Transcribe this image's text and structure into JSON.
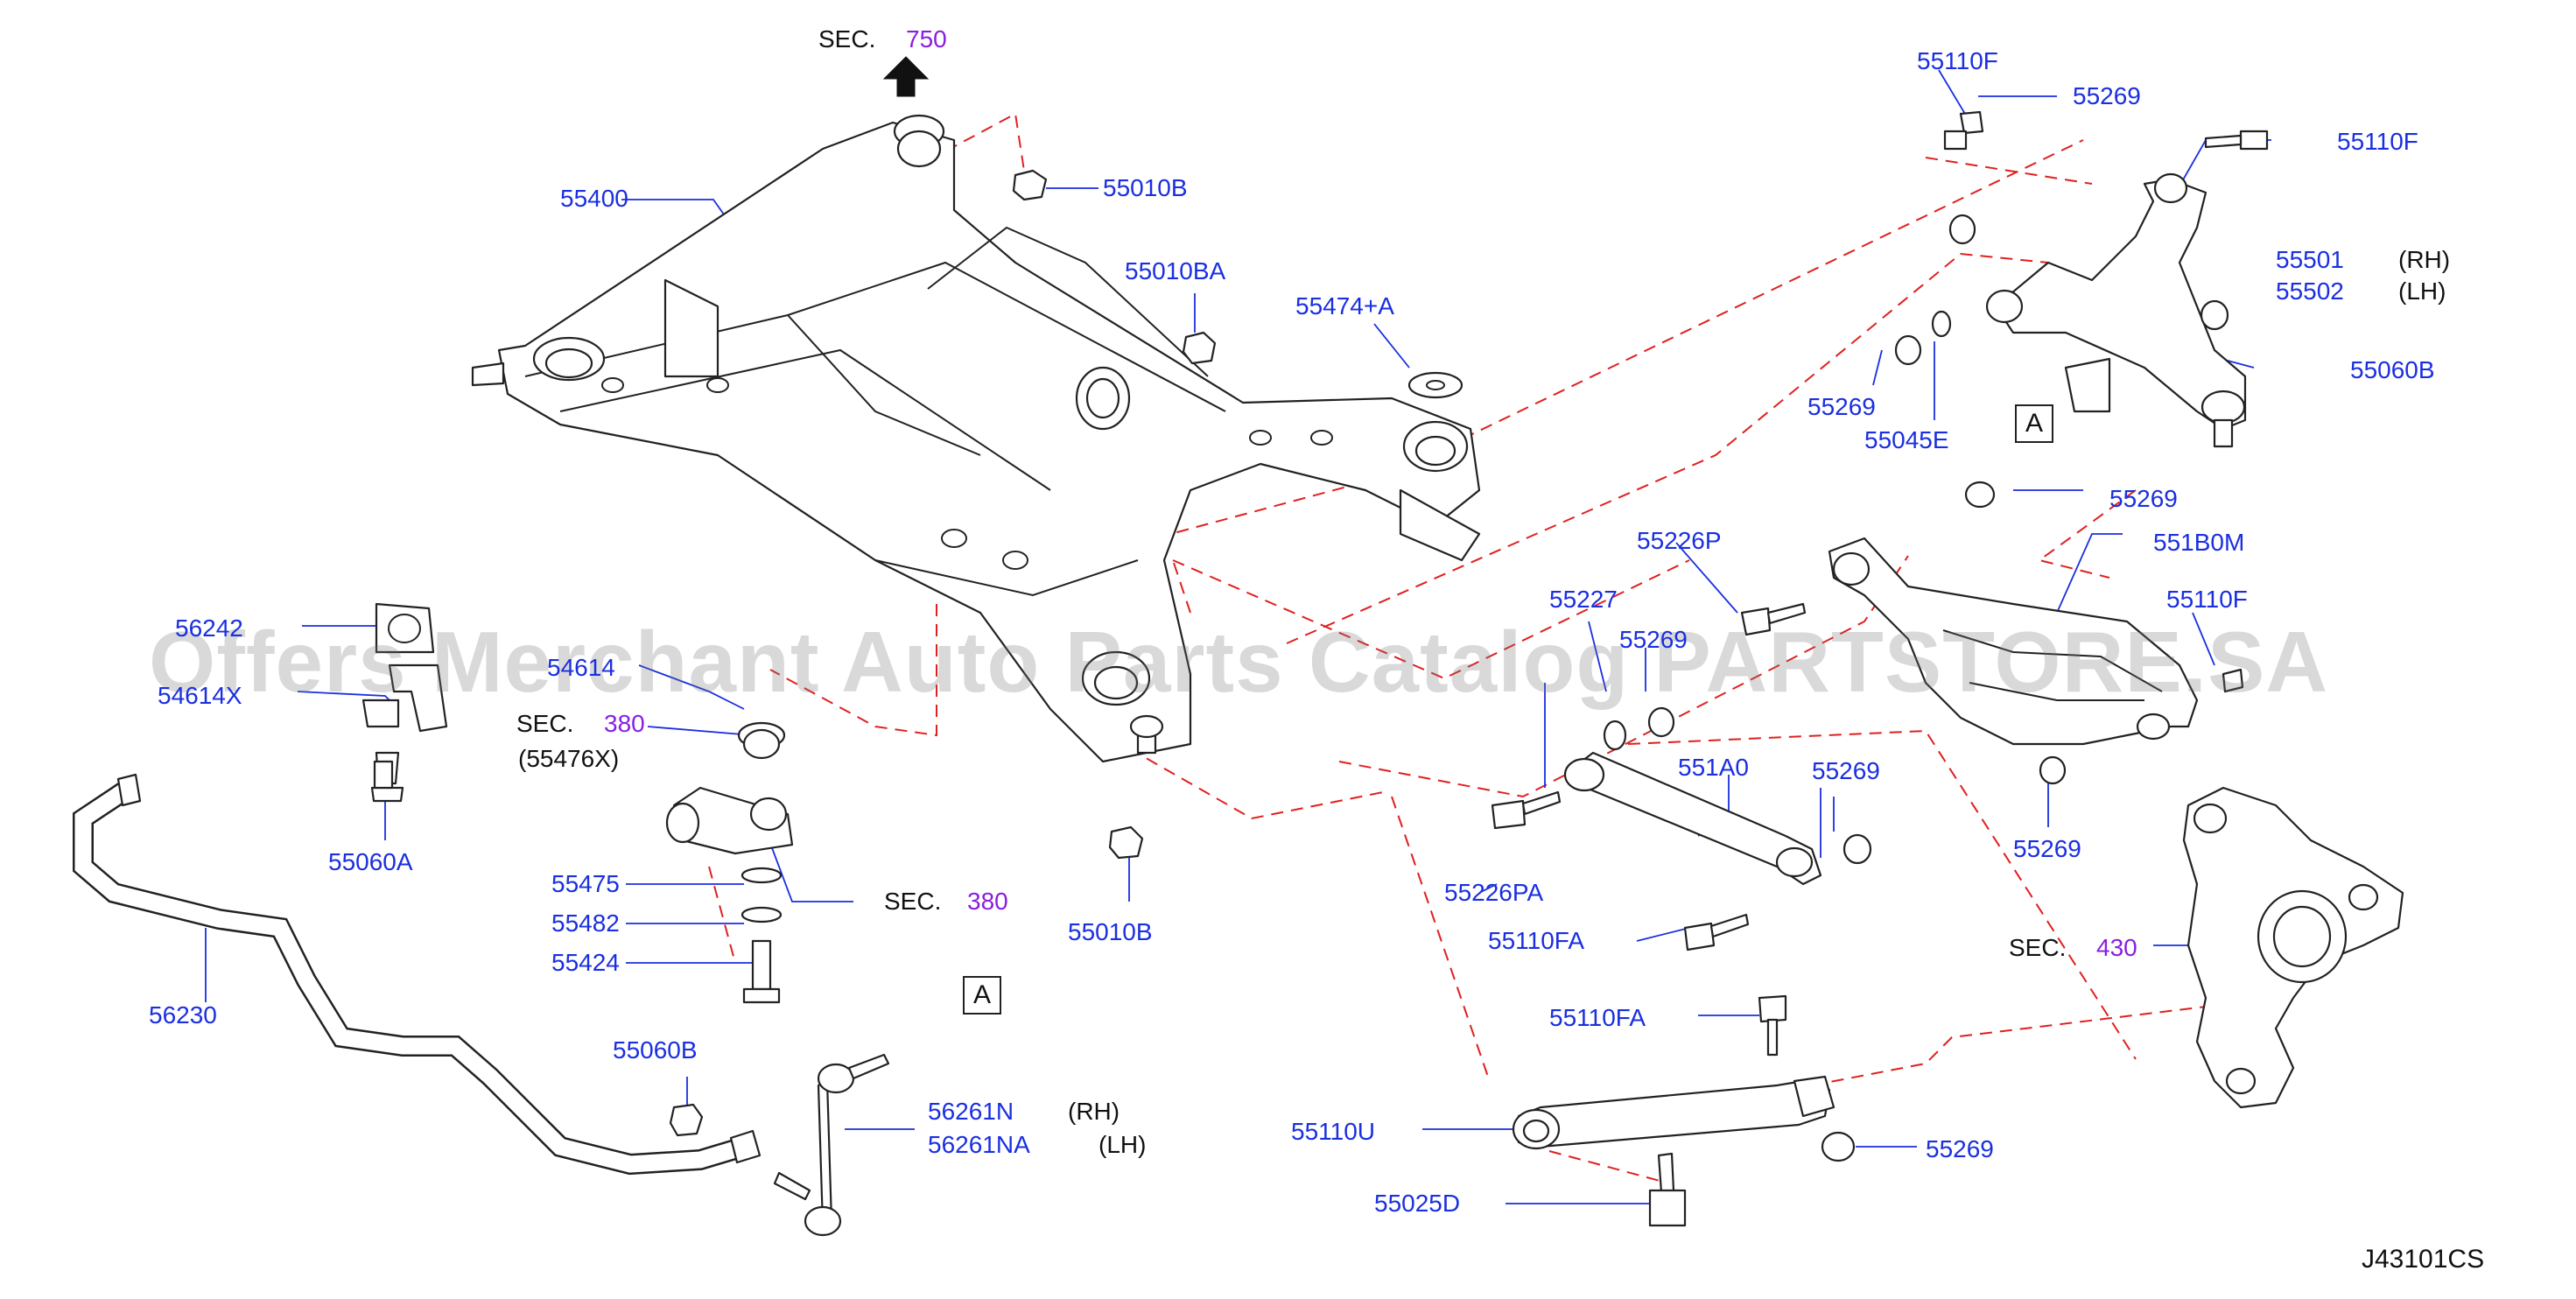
{
  "diagram_code": "J43101CS",
  "watermark": "Offers Merchant Auto Parts Catalog PARTSTORE.SA",
  "box_label": "A",
  "top_section": {
    "prefix": "SEC.",
    "number": "750"
  },
  "labels": {
    "p55400": "55400",
    "p55010B_top": "55010B",
    "p55010BA": "55010BA",
    "p55474A": "55474+A",
    "p56242": "56242",
    "p54614": "54614",
    "p54614X": "54614X",
    "p55060A": "55060A",
    "sec380a_prefix": "SEC.",
    "sec380a_num": "380",
    "p55476X": "(55476X)",
    "p55475": "55475",
    "p55482": "55482",
    "p55424": "55424",
    "sec380b_prefix": "SEC.",
    "sec380b_num": "380",
    "p56230": "56230",
    "p55060B_low": "55060B",
    "p56261N": "56261N",
    "rh_56261": "(RH)",
    "p56261NA": "56261NA",
    "lh_56261": "(LH)",
    "p55010B_low": "55010B",
    "p55110F_top": "55110F",
    "p55269_top": "55269",
    "p55110F_right": "55110F",
    "p55501": "55501",
    "rh_55501": "(RH)",
    "p55502": "55502",
    "lh_55502": "(LH)",
    "p55060B_right": "55060B",
    "p55269_mid": "55269",
    "p55045E": "55045E",
    "p55269_r2": "55269",
    "p55226P": "55226P",
    "p551B0M": "551B0M",
    "p55227": "55227",
    "p55269_c": "55269",
    "p55110F_mid": "55110F",
    "p551A0": "551A0",
    "p55269_d": "55269",
    "p55269_e": "55269",
    "p55226PA": "55226PA",
    "p55110FA_a": "55110FA",
    "sec430_prefix": "SEC.",
    "sec430_num": "430",
    "p55110FA_b": "55110FA",
    "p55110U": "55110U",
    "p55269_f": "55269",
    "p55025D": "55025D"
  }
}
